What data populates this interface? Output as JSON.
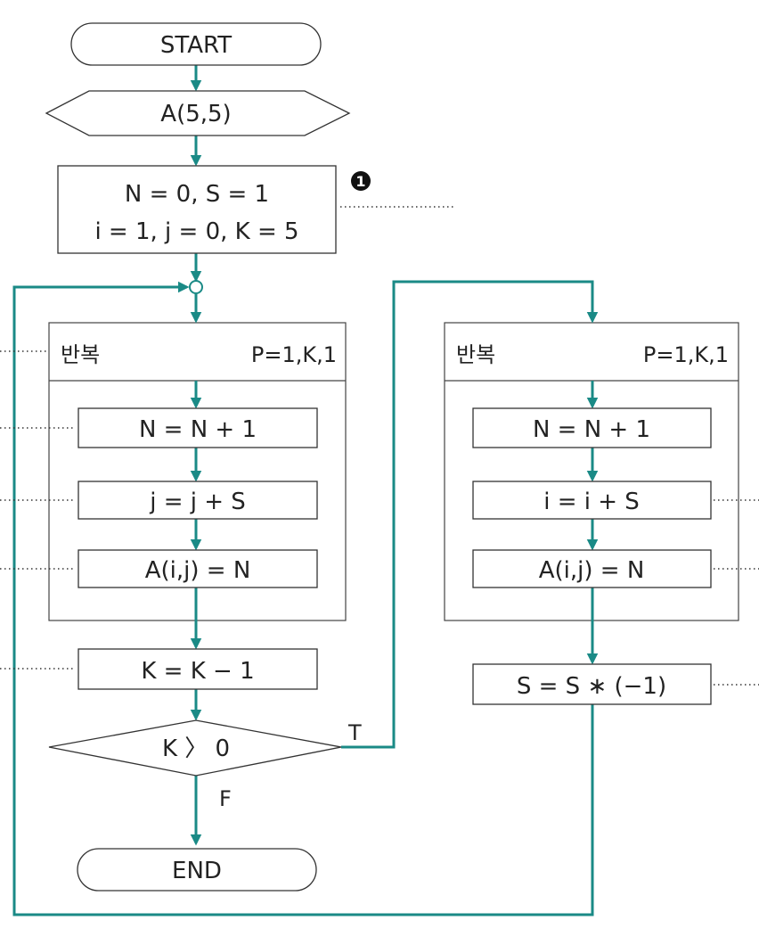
{
  "flowchart": {
    "start": "START",
    "input": "A(5,5)",
    "init": {
      "line1": "N = 0, S = 1",
      "line2": "i = 1, j = 0, K = 5"
    },
    "marker": "1",
    "loop_left": {
      "label": "반복",
      "range": "P=1,K,1",
      "steps": [
        "N = N + 1",
        "j = j + S",
        "A(i,j) = N"
      ]
    },
    "decrement": "K = K − 1",
    "condition": "K 〉 0",
    "true_label": "T",
    "false_label": "F",
    "end": "END",
    "loop_right": {
      "label": "반복",
      "range": "P=1,K,1",
      "steps": [
        "N = N + 1",
        "i = i + S",
        "A(i,j) = N"
      ]
    },
    "sign_flip": "S = S ∗ (−1)"
  },
  "colors": {
    "flow_line": "#1a8a86",
    "outline": "#333333",
    "text": "#222222"
  }
}
